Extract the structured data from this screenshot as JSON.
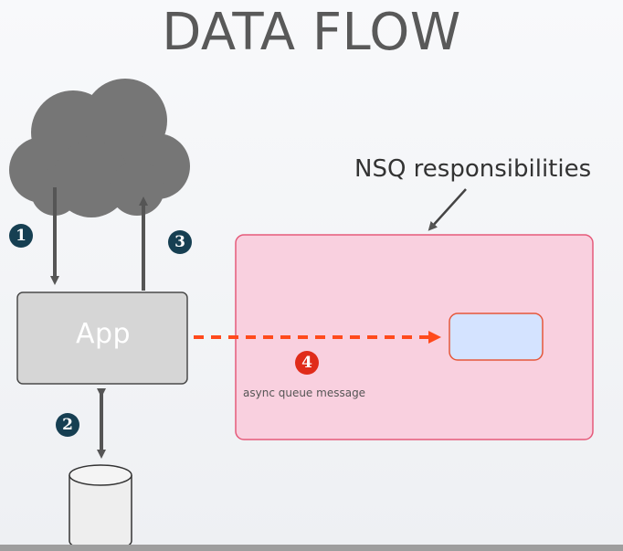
{
  "title": "DATA FLOW",
  "nsq_label": "NSQ responsibilities",
  "app_label": "App",
  "async_label": "async queue message",
  "steps": [
    "1",
    "2",
    "3",
    "4"
  ],
  "colors": {
    "cloud": "#767676",
    "arrow": "#555555",
    "step_badge": "#163f52",
    "async_badge": "#e02c1a",
    "async_arrow": "#ff4a1c",
    "nsq_box_fill": "#f9d0df",
    "nsq_box_border": "#e55a7a",
    "inner_box_fill": "#d4e3ff",
    "inner_box_border": "#e6573a",
    "app_fill": "#d6d6d6"
  },
  "icons": {
    "cloud": "cloud-icon",
    "database": "database-cylinder-icon"
  }
}
